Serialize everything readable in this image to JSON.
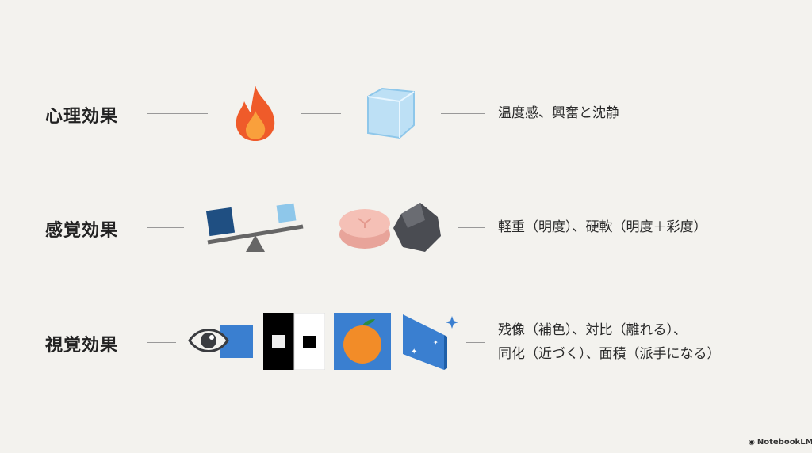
{
  "rows": [
    {
      "label": "心理効果",
      "description": "温度感、興奮と沈静"
    },
    {
      "label": "感覚効果",
      "description": "軽重（明度）、硬軟（明度＋彩度）"
    },
    {
      "label": "視覚効果",
      "description_lines": [
        "残像（補色）、対比（離れる）、",
        "同化（近づく）、面積（派手になる）"
      ]
    }
  ],
  "brand": "NotebookLM",
  "colors": {
    "blue": "#3a7fd0",
    "flame": "#ef5b2a",
    "background": "#f3f2ee"
  }
}
